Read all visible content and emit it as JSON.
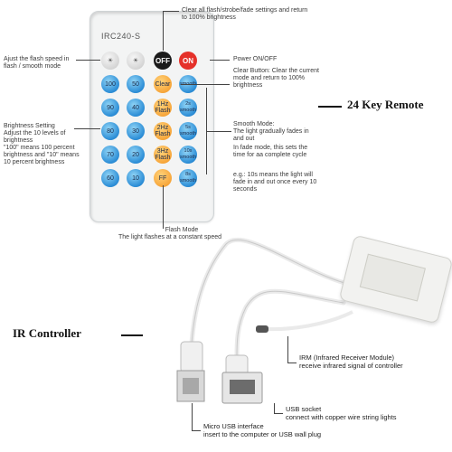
{
  "remote": {
    "model": "IRC240-S",
    "buttons": {
      "bright_up": "☀",
      "bright_down": "☀",
      "off": "OFF",
      "on": "ON",
      "b100": "100",
      "b50": "50",
      "b90": "90",
      "b40": "40",
      "b80": "80",
      "b30": "30",
      "b70": "70",
      "b20": "20",
      "b60": "60",
      "b10": "10",
      "clear": "Clear",
      "flash1": "1Hz\nFlash",
      "flash2": "2Hz\nFlash",
      "flash3": "3Hz\nFlash",
      "ff": "FF",
      "smooth": "smooth",
      "smooth2": "2s\nsmooth",
      "smooth5": "5s\nsmooth",
      "smooth10": "10s\nsmooth",
      "smooth_s": "8s\nsmooth"
    }
  },
  "annotations": {
    "clear_all": "Clear all flash/strobe/fade settings and return to 100% brightness",
    "adjust_speed": "Ajust the flash speed in flash / smooth mode",
    "power": "Power ON/OFF",
    "clear_button": "Clear Button: Clear the current mode and return to 100% brightness",
    "brightness": "Brightness Setting\nAdjust the 10 levels of brightness\n\"100\" means 100 percent brightness and \"10\" means 10 percent brightness",
    "smooth_mode": "Smooth Mode:\nThe light gradually fades in and out",
    "fade_mode": "In fade mode, this sets the time for aa complete cycle",
    "example": "e.g.: 10s means the light will fade in and out once every 10 seconds",
    "flash_mode_title": "Flash Mode",
    "flash_mode_desc": "The light flashes at a constant speed"
  },
  "titles": {
    "remote": "24 Key Remote",
    "controller": "IR Controller"
  },
  "controller": {
    "irm_title": "IRM (Infrared Receiver Module)",
    "irm_desc": "receive infrared signal of controller",
    "usb_socket_title": "USB socket",
    "usb_socket_desc": "connect with copper wire string lights",
    "micro_usb_title": "Micro USB interface",
    "micro_usb_desc": "insert to the computer or USB wall plug"
  }
}
